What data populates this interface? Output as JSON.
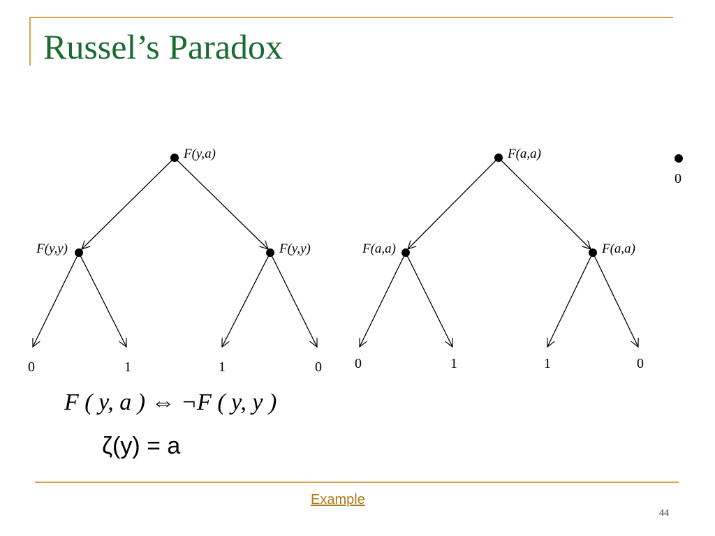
{
  "slide": {
    "title": "Russel’s Paradox",
    "equation": "F ( y, a ) ⇔ ¬F ( y, y )",
    "zeta_line": "ζ(y) = a",
    "link_text": "Example",
    "page_number": "44",
    "accent_color": "#d4a54a",
    "title_color": "#1a6b2f",
    "link_color": "#b07a1a"
  },
  "trees": [
    {
      "root_label": "F(y,a)",
      "left_child_label": "F(y,y)",
      "right_child_label": "F(y,y)",
      "leaves": [
        "0",
        "1",
        "1",
        "0"
      ]
    },
    {
      "root_label": "F(a,a)",
      "left_child_label": "F(a,a)",
      "right_child_label": "F(a,a)",
      "leaves": [
        "0",
        "1",
        "1",
        "0"
      ]
    }
  ],
  "partial_tree": {
    "leaf_label": "0"
  }
}
